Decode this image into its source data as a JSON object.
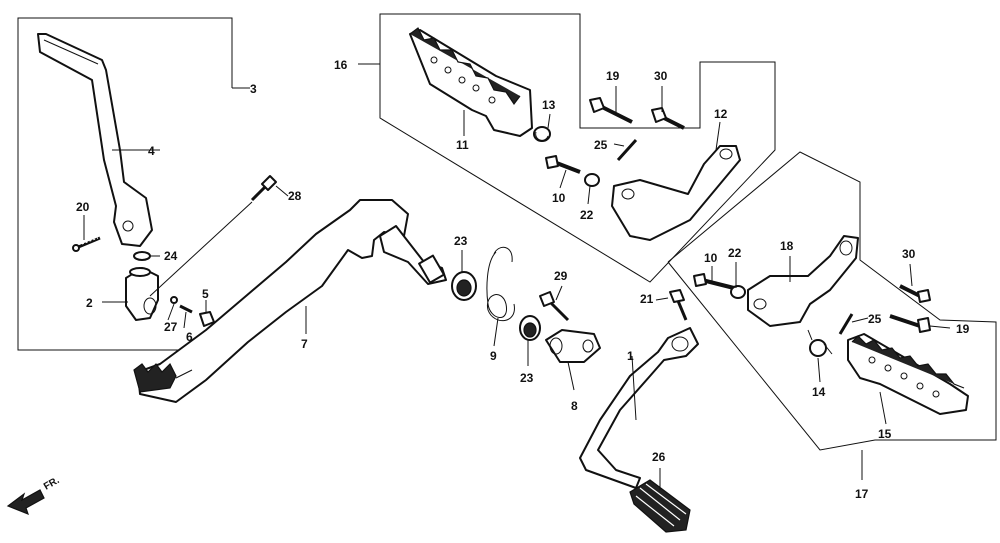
{
  "labels": {
    "p1": "1",
    "p2": "2",
    "p3": "3",
    "p4": "4",
    "p5": "5",
    "p6": "6",
    "p7": "7",
    "p8": "8",
    "p9": "9",
    "p10a": "10",
    "p10b": "10",
    "p11": "11",
    "p12": "12",
    "p13": "13",
    "p14": "14",
    "p15": "15",
    "p16": "16",
    "p17": "17",
    "p19a": "19",
    "p19b": "19",
    "p20": "20",
    "p21": "21",
    "p22a": "22",
    "p22b": "22",
    "p23a": "23",
    "p23b": "23",
    "p24": "24",
    "p25a": "25",
    "p25b": "25",
    "p26": "26",
    "p27": "27",
    "p28": "28",
    "p29": "29",
    "p30a": "30",
    "p30b": "30"
  },
  "direction_marker": {
    "text": "FR.",
    "icon": "front-direction-arrow-icon"
  }
}
